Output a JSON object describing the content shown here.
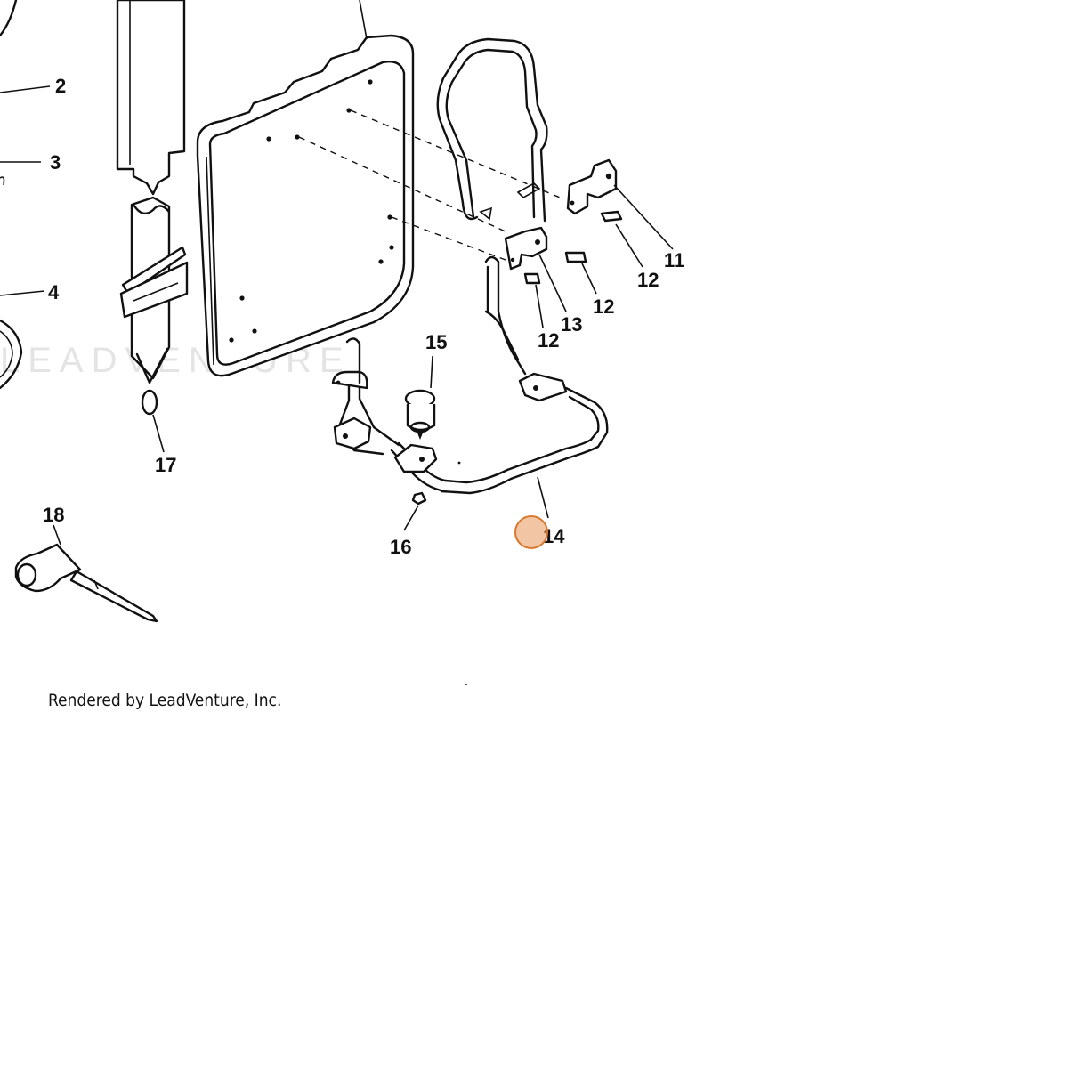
{
  "diagram": {
    "watermark": "LEADVENTURE",
    "credit": "Rendered by LeadVenture, Inc.",
    "callouts": {
      "c2": "2",
      "c3": "3",
      "c4": "4",
      "c11": "11",
      "c12a": "12",
      "c12b": "12",
      "c12c": "12",
      "c13": "13",
      "c14": "14",
      "c15": "15",
      "c16": "16",
      "c17": "17",
      "c18": "18"
    },
    "hotspot": {
      "part": "14",
      "color": "#e8965a",
      "border_color": "#d9782e"
    }
  }
}
